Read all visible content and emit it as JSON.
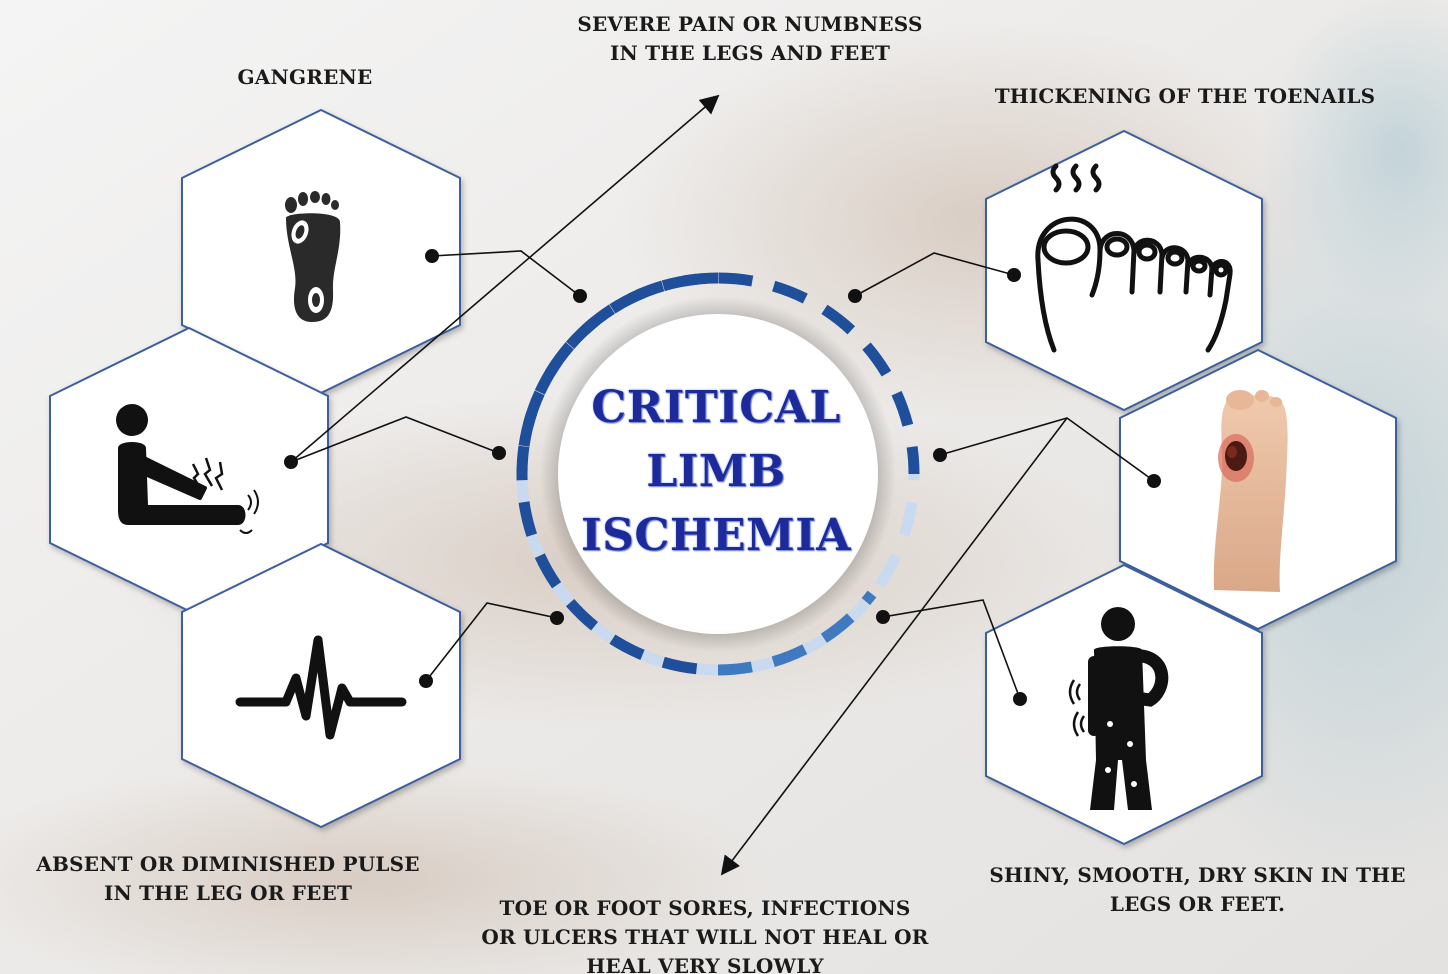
{
  "center": {
    "line1": "CRITICAL",
    "line2": "LIMB",
    "line3": "ISCHEMIA"
  },
  "labels": {
    "gangrene": "GANGRENE",
    "severe_pain_1": "SEVERE PAIN OR NUMBNESS",
    "severe_pain_2": "IN THE LEGS AND FEET",
    "toenails": "THICKENING OF THE TOENAILS",
    "pulse_1": "ABSENT OR DIMINISHED PULSE",
    "pulse_2": "IN THE LEG OR FEET",
    "sores_1": "TOE OR FOOT SORES, INFECTIONS",
    "sores_2": "OR ULCERS THAT WILL NOT HEAL OR",
    "sores_3": "HEAL VERY SLOWLY",
    "skin_1": "SHINY, SMOOTH, DRY SKIN IN THE",
    "skin_2": "LEGS OR FEET."
  },
  "icons": {
    "gangrene": "footprint-icon",
    "pain": "leg-pain-person-icon",
    "pulse": "pulse-line-icon",
    "toenails": "toes-icon",
    "ulcer": "foot-ulcer-icon",
    "skin": "itchy-skin-person-icon"
  },
  "colors": {
    "title": "#1c2a9a",
    "dash_dark": "#1f4f9a",
    "dash_light": "#c9d9ef",
    "hex_border": "#3d5f9e",
    "line": "#111111"
  }
}
